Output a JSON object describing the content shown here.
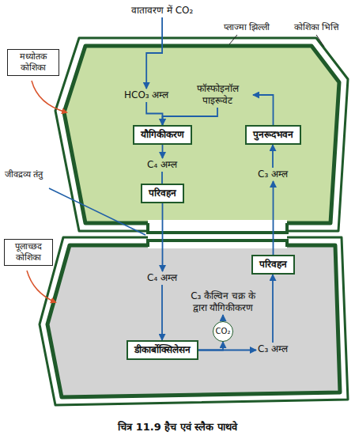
{
  "diagram": {
    "caption": "चित्र 11.9 हैच एवं स्लैक पाथवे",
    "nodes": [
      {
        "text": [
          "वातावरण में CO₂"
        ]
      },
      {
        "text": [
          "मध्योतक कोशिका"
        ]
      },
      {
        "text": [
          "HCO₃ अम्ल"
        ]
      },
      {
        "text": [
          "फॉस्फोइनॉल पाइरूवेट"
        ]
      },
      {
        "text": [
          "यौगिकीकरण"
        ]
      },
      {
        "text": [
          "पुनरूदभवन"
        ]
      },
      {
        "text": [
          "C₄ अम्ल"
        ]
      },
      {
        "text": [
          "C₃ अम्ल"
        ]
      },
      {
        "text": [
          "परिवहन"
        ]
      },
      {
        "text": [
          "पूलाच्छद कोशिका"
        ]
      },
      {
        "text": [
          "C₄ अम्ल"
        ]
      },
      {
        "text": [
          "परिवहन"
        ]
      },
      {
        "text": [
          "C₃ कैल्विन चक्र के द्वारा यौगिकीकरण"
        ]
      },
      {
        "text": [
          "CO₂"
        ]
      },
      {
        "text": [
          "डीकार्बोक्सिलेसन"
        ]
      },
      {
        "text": [
          "C₃ अम्ल"
        ]
      }
    ],
    "edges": [
      {
        "from": 0,
        "to": 2,
        "arrow": "to"
      },
      {
        "from": 2,
        "to": 4,
        "arrow": "to"
      },
      {
        "from": 3,
        "to": 4,
        "arrow": "to"
      },
      {
        "from": 4,
        "to": 6,
        "arrow": "to"
      },
      {
        "from": 6,
        "to": 8,
        "arrow": "none"
      },
      {
        "from": 8,
        "to": 10,
        "arrow": "to"
      },
      {
        "from": 10,
        "to": 14,
        "arrow": "to"
      },
      {
        "from": 14,
        "to": 13,
        "arrow": "to"
      },
      {
        "from": 13,
        "to": 12,
        "arrow": "to"
      },
      {
        "from": 14,
        "to": 15,
        "arrow": "to"
      },
      {
        "from": 15,
        "to": 11,
        "arrow": "to"
      },
      {
        "from": 11,
        "to": 7,
        "arrow": "to"
      },
      {
        "from": 7,
        "to": 5,
        "arrow": "to"
      },
      {
        "from": 5,
        "to": 3,
        "arrow": "to"
      }
    ],
    "labels": [
      "प्लाज्मा झिल्ली",
      "कोशिका भित्ति",
      "जीवद्रव्य तंतु"
    ]
  }
}
